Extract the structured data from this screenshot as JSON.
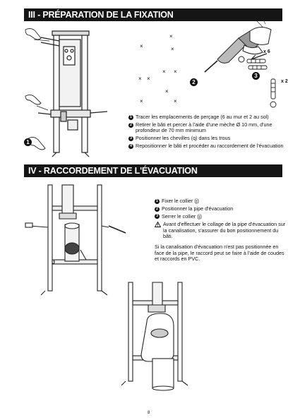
{
  "section3": {
    "title": "III - PRÉPARATION DE LA FIXATION",
    "steps": [
      {
        "num": "1",
        "text": "Tracer les emplacements de perçage (6 au mur et 2 au sol)"
      },
      {
        "num": "2",
        "text": "Retirer le bâti et percer à l'aide d'une mèche Ø 10 mm, d'une profondeur de 70 mm minimum"
      },
      {
        "num": "3",
        "text": "Positionner les chevilles (q) dans les trous"
      },
      {
        "num": "4",
        "text": "Repositionner le bâti et procéder au raccordement de l'évacuation"
      }
    ],
    "callout_1": "1",
    "callout_2": "2",
    "callout_3": "3",
    "qty_x6": "x 6",
    "qty_x2": "x 2"
  },
  "section4": {
    "title": "IV - RACCORDEMENT DE L'ÉVACUATION",
    "steps": [
      {
        "num": "1",
        "text": "Fixer le collier (j)"
      },
      {
        "num": "2",
        "text": "Positionner la pipe d'évacuation"
      },
      {
        "num": "3",
        "text": "Serrer le collier (j)"
      }
    ],
    "warning": "Avant d'effectuer le collage de la pipe d'évacuation sur la canalisation, s'assurer du bon positionnement du bâti.",
    "note": "Si la canalisation d'évacuation n'est pas positionnée en face de la pipe, le raccord peut se faire à l'aide de coudes et raccords en PVC.",
    "label_j": "J"
  },
  "page_number": "8"
}
